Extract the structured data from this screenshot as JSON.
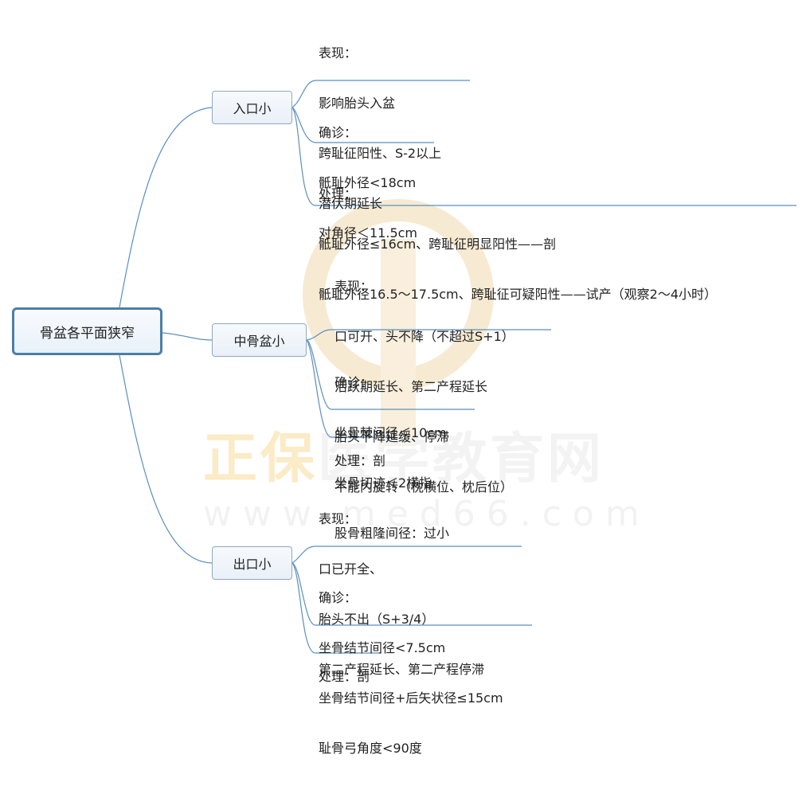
{
  "root": "骨盆各平面狭窄",
  "watermark": {
    "text_part1": "正保",
    "text_part2": "医学教育网",
    "url": "www.med66.com"
  },
  "branches": [
    {
      "label": "入口小",
      "groups": [
        {
          "lines": [
            "表现：",
            "影响胎头入盆",
            "跨耻征阳性、S-2以上",
            "潜伏期延长"
          ]
        },
        {
          "lines": [
            "确诊：",
            "骶耻外径<18cm",
            "对角径＜11.5cm"
          ]
        },
        {
          "lines": [
            "处理：",
            "骶耻外径≤16cm、跨耻征明显阳性——剖",
            "骶耻外径16.5～17.5cm、跨耻征可疑阳性——试产（观察2～4小时）"
          ]
        }
      ]
    },
    {
      "label": "中骨盆小",
      "groups": [
        {
          "lines": [
            "表现：",
            "口可开、头不降（不超过S+1）",
            "活跃期延长、第二产程延长",
            "胎头下降延缓、停滞",
            "不能内旋转（枕横位、枕后位）"
          ]
        },
        {
          "lines": [
            "确诊：",
            "坐骨棘间径＜10cm",
            "坐骨切迹＜2横指",
            "股骨粗隆间径：过小"
          ]
        },
        {
          "lines": [
            "处理：剖"
          ]
        }
      ]
    },
    {
      "label": "出口小",
      "groups": [
        {
          "lines": [
            "表现：",
            "口已开全、",
            "胎头不出（S+3/4）",
            "第二产程延长、第二产程停滞"
          ]
        },
        {
          "lines": [
            "确诊：",
            "坐骨结节间径<7.5cm",
            "坐骨结节间径+后矢状径≤15cm",
            "耻骨弓角度<90度"
          ]
        },
        {
          "lines": [
            "处理：剖"
          ]
        }
      ]
    }
  ]
}
